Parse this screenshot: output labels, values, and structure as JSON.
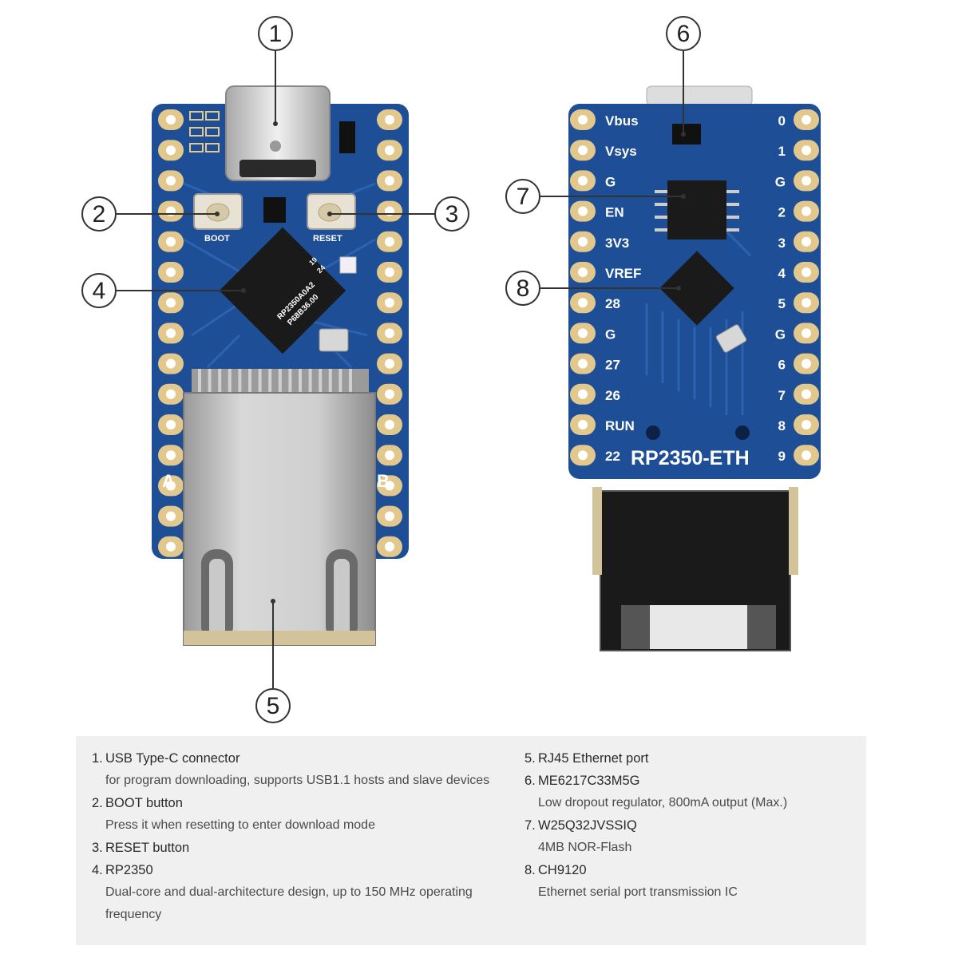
{
  "callouts": [
    "1",
    "2",
    "3",
    "4",
    "5",
    "6",
    "7",
    "8"
  ],
  "front_board": {
    "silkscreen": {
      "boot": "BOOT",
      "reset": "RESET",
      "side_a": "A",
      "side_b": "B"
    },
    "chip_marking": [
      "RP2350A0A2",
      "P68B36.00",
      "19",
      "24"
    ]
  },
  "back_board": {
    "name": "RP2350-ETH",
    "left_pins": [
      "Vbus",
      "Vsys",
      "G",
      "EN",
      "3V3",
      "VREF",
      "28",
      "G",
      "27",
      "26",
      "RUN",
      "22"
    ],
    "right_pins": [
      "0",
      "1",
      "G",
      "2",
      "3",
      "4",
      "5",
      "G",
      "6",
      "7",
      "8",
      "9"
    ]
  },
  "legend": {
    "left": [
      {
        "num": "1.",
        "title": "USB Type-C connector",
        "desc": "for program downloading, supports USB1.1 hosts and slave devices"
      },
      {
        "num": "2.",
        "title": "BOOT button",
        "desc": "Press it when resetting to enter download mode"
      },
      {
        "num": "3.",
        "title": "RESET button",
        "desc": ""
      },
      {
        "num": "4.",
        "title": "RP2350",
        "desc": "Dual-core and dual-architecture design, up to 150 MHz operating frequency"
      }
    ],
    "right": [
      {
        "num": "5.",
        "title": "RJ45 Ethernet port",
        "desc": ""
      },
      {
        "num": "6.",
        "title": "ME6217C33M5G",
        "desc": "Low dropout regulator, 800mA output (Max.)"
      },
      {
        "num": "7.",
        "title": "W25Q32JVSSIQ",
        "desc": "4MB NOR-Flash"
      },
      {
        "num": "8.",
        "title": "CH9120",
        "desc": "Ethernet serial port transmission IC"
      }
    ]
  },
  "colors": {
    "pcb": "#1d4e96",
    "trace": "#2c62b0",
    "gold": "#e3c88e",
    "chip": "#1a1a1a",
    "legend_bg": "#f0f0f0"
  }
}
